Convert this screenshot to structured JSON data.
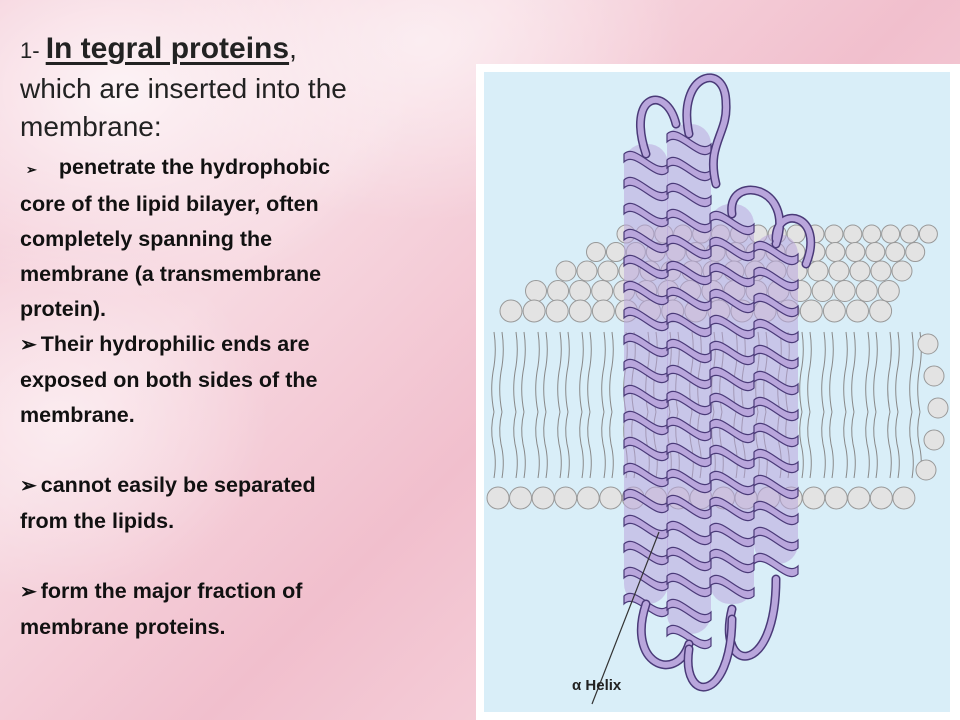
{
  "heading": {
    "number": "1- ",
    "title": "In tegral proteins",
    "comma": ",",
    "line2": "which are inserted into the",
    "line3": "membrane:"
  },
  "bullets": [
    {
      "icon": "arrow-bullet-icon",
      "lines": [
        "penetrate the hydrophobic",
        "core of the lipid bilayer, often",
        "completely spanning the",
        "membrane (a transmembrane",
        "protein)."
      ]
    },
    {
      "icon": "arrow-bullet-icon",
      "lines": [
        "Their hydrophilic ends are",
        "exposed on both sides of the",
        "membrane."
      ]
    },
    {
      "icon": "arrow-bullet-icon",
      "lines": [
        "cannot easily be separated",
        "from the lipids."
      ]
    },
    {
      "icon": "arrow-bullet-icon",
      "lines": [
        "form the major fraction of",
        "membrane proteins."
      ]
    }
  ],
  "figure": {
    "label": "α Helix",
    "colors": {
      "background": "#d9eef8",
      "lipid_head": "#e3e3e3",
      "protein_fill": "#b9a6dc",
      "protein_stroke": "#4a3a78"
    }
  }
}
